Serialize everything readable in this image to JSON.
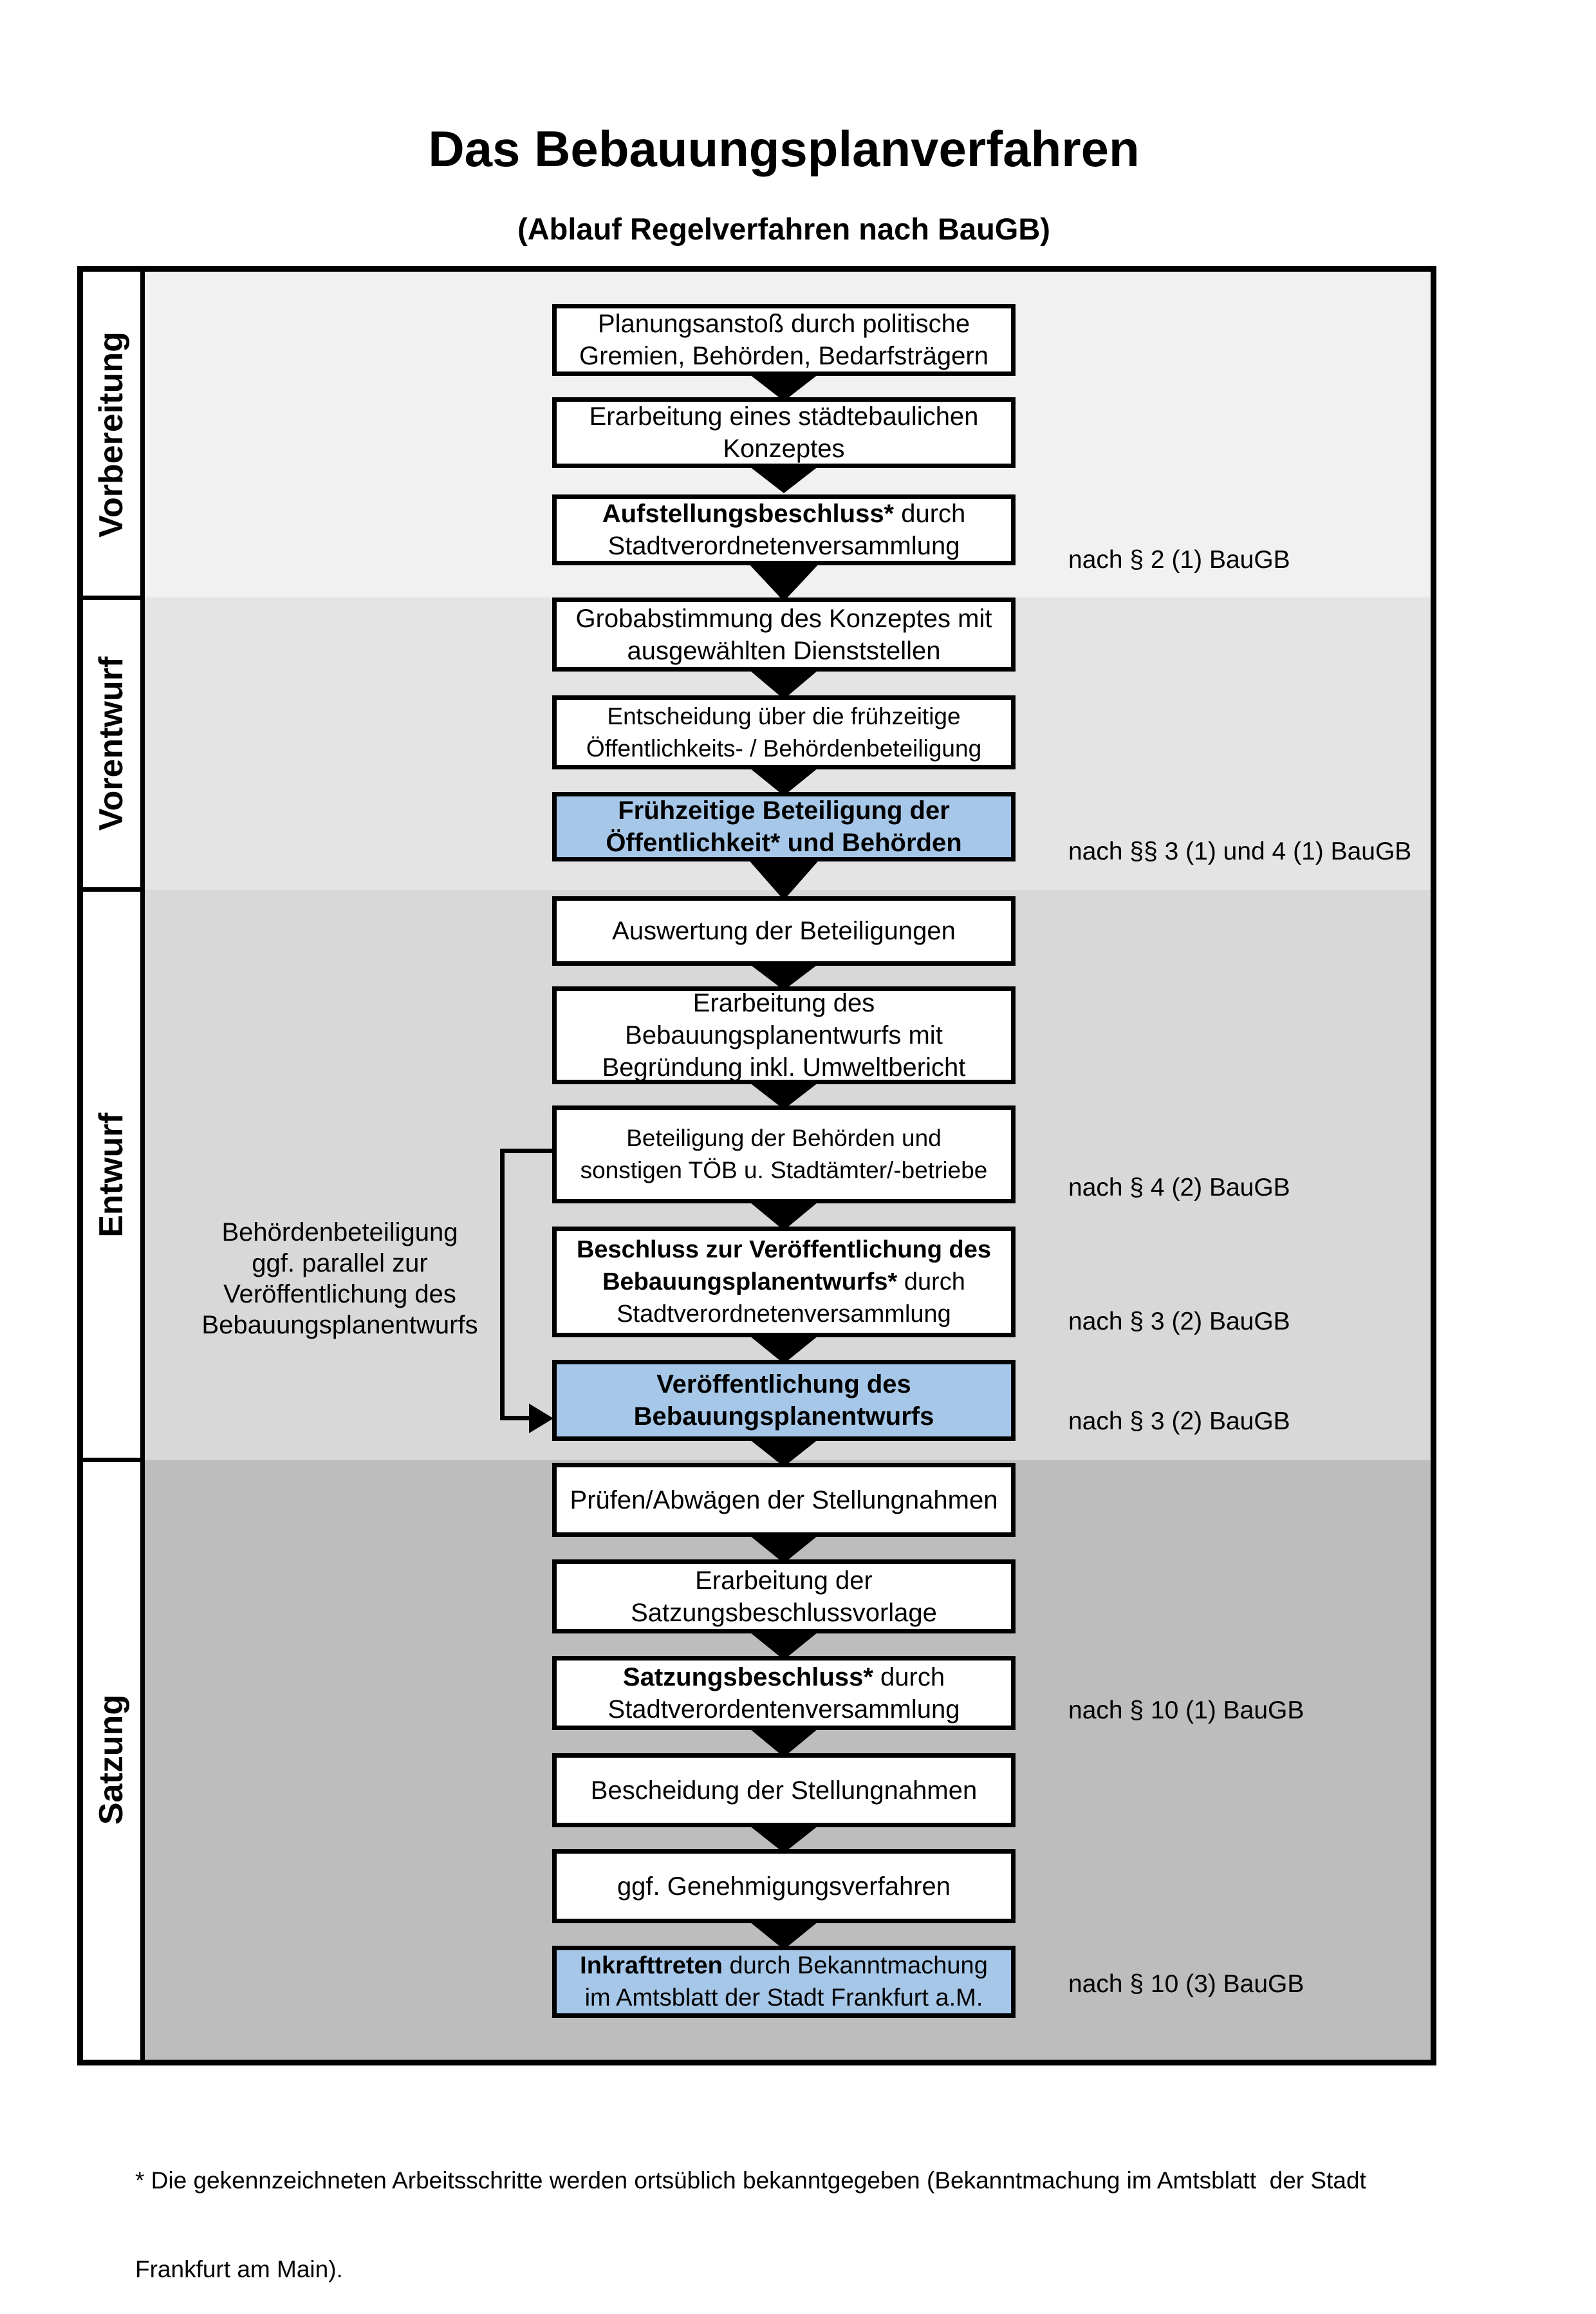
{
  "title": "Das Bebauungsplanverfahren",
  "subtitle": "(Ablauf Regelverfahren nach BauGB)",
  "phases": [
    {
      "label": "Vorbereitung"
    },
    {
      "label": "Vorentwurf"
    },
    {
      "label": "Entwurf"
    },
    {
      "label": "Satzung"
    }
  ],
  "boxes": [
    {
      "highlight": false,
      "lines": [
        {
          "rest": "Planungsanstoß durch politische"
        },
        {
          "rest": "Gremien, Behörden, Bedarfsträgern"
        }
      ]
    },
    {
      "highlight": false,
      "lines": [
        {
          "rest": "Erarbeitung eines städtebaulichen"
        },
        {
          "rest": "Konzeptes"
        }
      ]
    },
    {
      "highlight": false,
      "lines": [
        {
          "bold": "Aufstellungsbeschluss*",
          "rest": " durch"
        },
        {
          "rest": "Stadtverordnetenversammlung"
        }
      ]
    },
    {
      "highlight": false,
      "lines": [
        {
          "rest": "Grobabstimmung des Konzeptes mit"
        },
        {
          "rest": "ausgewählten Dienststellen"
        }
      ]
    },
    {
      "highlight": false,
      "lines": [
        {
          "rest": "Entscheidung über die frühzeitige"
        },
        {
          "rest": "Öffentlichkeits- / Behördenbeteiligung"
        }
      ]
    },
    {
      "highlight": true,
      "lines": [
        {
          "rest": "Frühzeitige Beteiligung der"
        },
        {
          "rest": "Öffentlichkeit* und Behörden"
        }
      ]
    },
    {
      "highlight": false,
      "lines": [
        {
          "rest": "Auswertung der Beteiligungen"
        }
      ]
    },
    {
      "highlight": false,
      "lines": [
        {
          "rest": "Erarbeitung des"
        },
        {
          "rest": "Bebauungsplanentwurfs mit"
        },
        {
          "rest": "Begründung inkl. Umweltbericht"
        }
      ]
    },
    {
      "highlight": false,
      "lines": [
        {
          "rest": "Beteiligung der Behörden und"
        },
        {
          "rest": "sonstigen TÖB u. Stadtämter/-betriebe"
        }
      ]
    },
    {
      "highlight": false,
      "lines": [
        {
          "bold": "Beschluss zur Veröffentlichung des"
        },
        {
          "bold": "Bebauungsplanentwurfs*",
          "rest": " durch"
        },
        {
          "rest": "Stadtverordnetenversammlung"
        }
      ]
    },
    {
      "highlight": true,
      "lines": [
        {
          "rest": "Veröffentlichung des"
        },
        {
          "rest": "Bebauungsplanentwurfs"
        }
      ]
    },
    {
      "highlight": false,
      "lines": [
        {
          "rest": "Prüfen/Abwägen der Stellungnahmen"
        }
      ]
    },
    {
      "highlight": false,
      "lines": [
        {
          "rest": "Erarbeitung der"
        },
        {
          "rest": "Satzungsbeschlussvorlage"
        }
      ]
    },
    {
      "highlight": false,
      "lines": [
        {
          "bold": "Satzungsbeschluss*",
          "rest": " durch"
        },
        {
          "rest": "Stadtverordentenversammlung"
        }
      ]
    },
    {
      "highlight": false,
      "lines": [
        {
          "rest": "Bescheidung der Stellungnahmen"
        }
      ]
    },
    {
      "highlight": false,
      "lines": [
        {
          "rest": "ggf. Genehmigungsverfahren"
        }
      ]
    },
    {
      "highlight": true,
      "lines": [
        {
          "bold": "Inkrafttreten",
          "rest": " durch Bekanntmachung"
        },
        {
          "rest": "im Amtsblatt der Stadt Frankfurt a.M."
        }
      ]
    }
  ],
  "side_note": {
    "lines": [
      "Behördenbeteiligung",
      "ggf. parallel zur",
      "Veröffentlichung des",
      "Bebauungsplanentwurfs"
    ]
  },
  "law_refs": [
    "nach § 2 (1) BauGB",
    "nach §§ 3 (1) und 4 (1) BauGB",
    "nach § 4 (2) BauGB",
    "nach § 3 (2) BauGB",
    "nach § 3 (2) BauGB",
    "nach § 10 (1) BauGB",
    "nach § 10 (3) BauGB"
  ],
  "footnote": {
    "line1": "* Die gekennzeichneten Arbeitsschritte werden ortsüblich bekanntgegeben (Bekanntmachung im Amtsblatt  der Stadt",
    "line2": "Frankfurt am Main)."
  },
  "colors": {
    "highlight_blue": "#A6C7E8",
    "section_vorbereitung_bg": "#F1F1F1",
    "section_vorentwurf_bg": "#E4E4E4",
    "section_entwurf_bg": "#D8D8D8",
    "section_satzung_bg": "#BDBDBD",
    "line_black": "#000000"
  }
}
